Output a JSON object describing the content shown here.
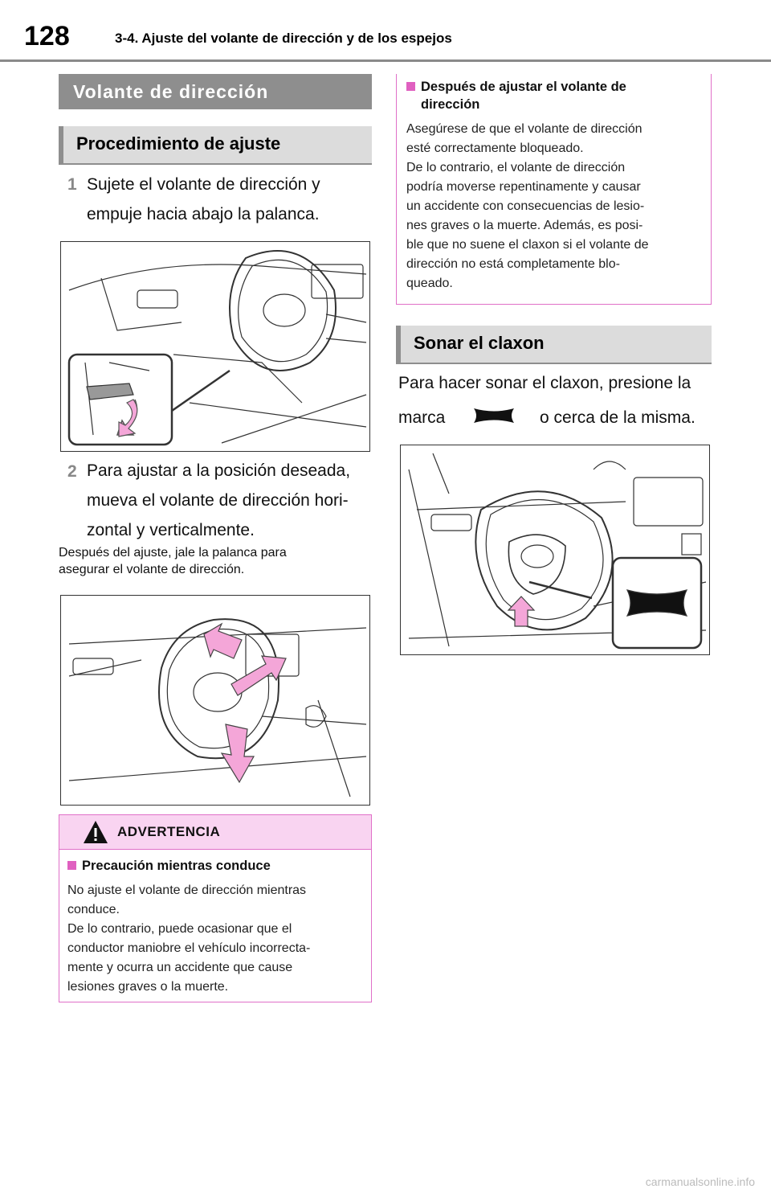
{
  "header": {
    "page_number": "128",
    "chapter_title": "3-4. Ajuste del volante de dirección y de los espejos"
  },
  "left": {
    "section_title": "Volante de dirección",
    "subsection_title": "Procedimiento de ajuste",
    "steps": [
      {
        "num": "1",
        "lines": [
          "Sujete el volante de dirección y",
          "empuje hacia abajo la palanca."
        ]
      },
      {
        "num": "2",
        "lines": [
          "Para ajustar a la posición deseada,",
          "mueva el volante de dirección hori-",
          "zontal y verticalmente."
        ]
      }
    ],
    "after_note": [
      "Después del ajuste, jale la palanca para",
      "asegurar el volante de dirección."
    ],
    "warning": {
      "title": "ADVERTENCIA",
      "item_title": "Precaución mientras conduce",
      "lines": [
        "No ajuste el volante de dirección mientras",
        "conduce.",
        "De lo contrario, puede ocasionar que el",
        "conductor maniobre el vehículo incorrecta-",
        "mente y ocurra un accidente que cause",
        "lesiones graves o la muerte."
      ]
    }
  },
  "right": {
    "warning_cont": {
      "item_title_lines": [
        "Después de ajustar el volante de",
        "dirección"
      ],
      "lines": [
        "Asegúrese de que el volante de dirección",
        "esté correctamente bloqueado.",
        "De lo contrario, el volante de dirección",
        "podría moverse repentinamente y causar",
        "un accidente con consecuencias de lesio-",
        "nes graves o la muerte. Además, es posi-",
        "ble que no suene el claxon si el volante de",
        "dirección no está completamente blo-",
        "queado."
      ]
    },
    "subsection_title": "Sonar el claxon",
    "horn_line1": "Para hacer sonar el claxon, presione la",
    "horn_line2_a": "marca",
    "horn_line2_b": "o cerca de la misma.",
    "horn_icon": "horn-icon"
  },
  "footer": {
    "watermark": "carmanualsonline.info"
  },
  "colors": {
    "warning_border": "#e070c8",
    "warning_fill": "#f9d4f1",
    "band_dark": "#8e8e8e",
    "arrow_pink": "#f4a6d8"
  }
}
